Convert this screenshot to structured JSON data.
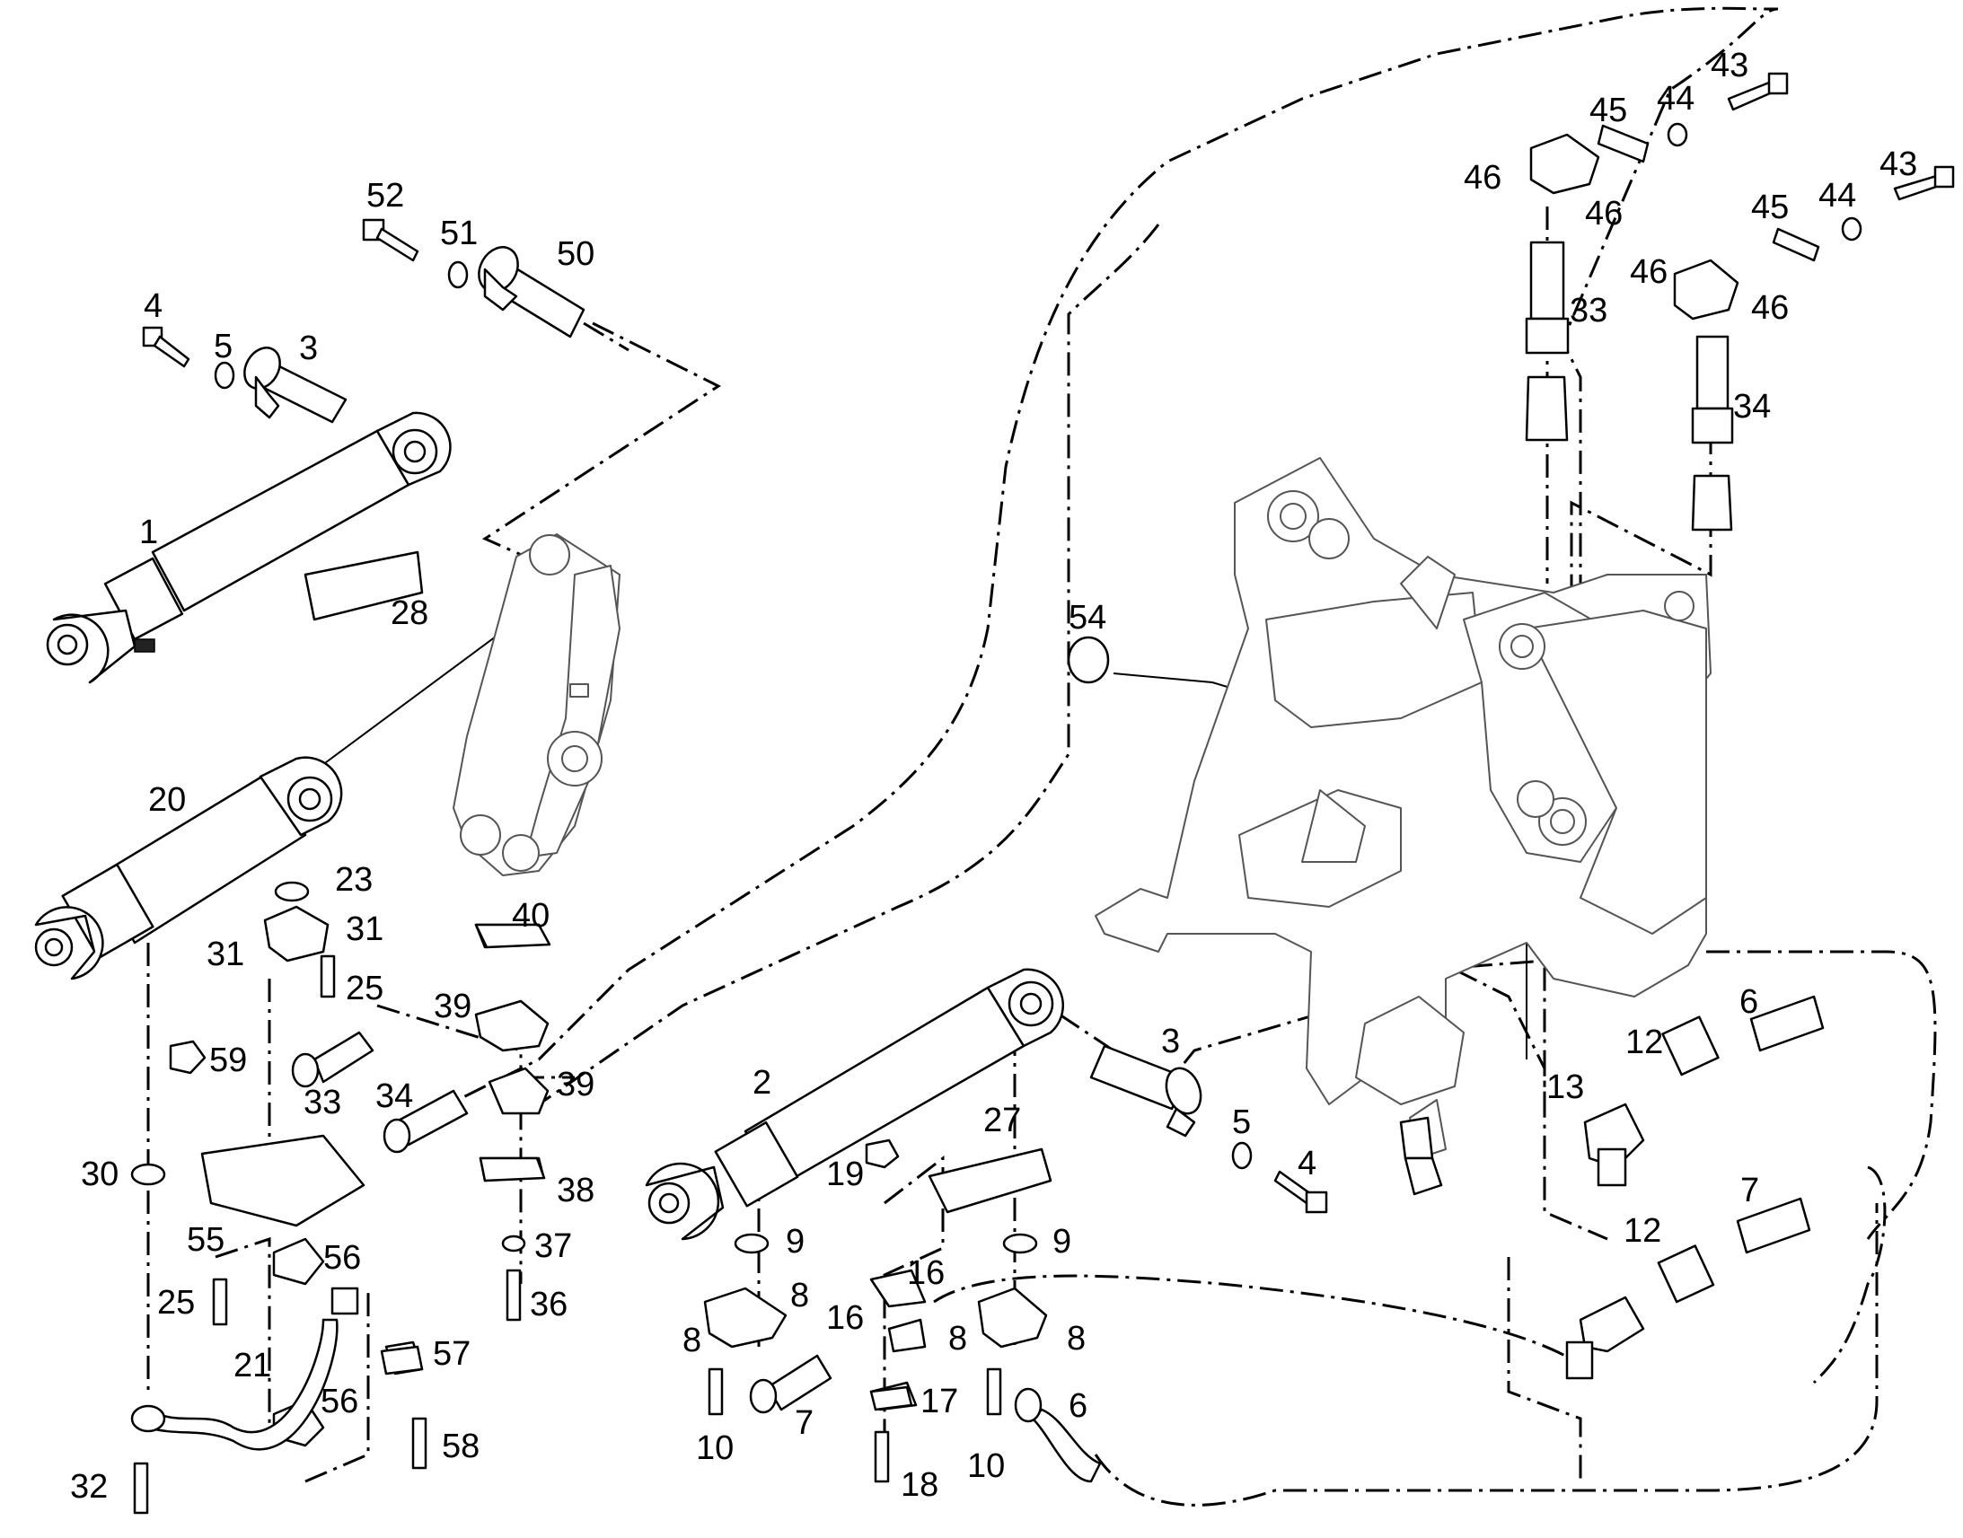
{
  "part_numbers": [
    "1",
    "2",
    "3",
    "3",
    "4",
    "4",
    "5",
    "5",
    "6",
    "6",
    "7",
    "7",
    "8",
    "8",
    "8",
    "8",
    "9",
    "9",
    "10",
    "10",
    "12",
    "12",
    "13",
    "16",
    "16",
    "17",
    "18",
    "19",
    "20",
    "21",
    "23",
    "25",
    "25",
    "27",
    "28",
    "30",
    "31",
    "31",
    "32",
    "33",
    "33",
    "34",
    "34",
    "36",
    "37",
    "38",
    "39",
    "39",
    "40",
    "43",
    "43",
    "44",
    "44",
    "45",
    "45",
    "46",
    "46",
    "46",
    "46",
    "50",
    "51",
    "52",
    "54",
    "55",
    "56",
    "56",
    "57",
    "58",
    "59"
  ]
}
